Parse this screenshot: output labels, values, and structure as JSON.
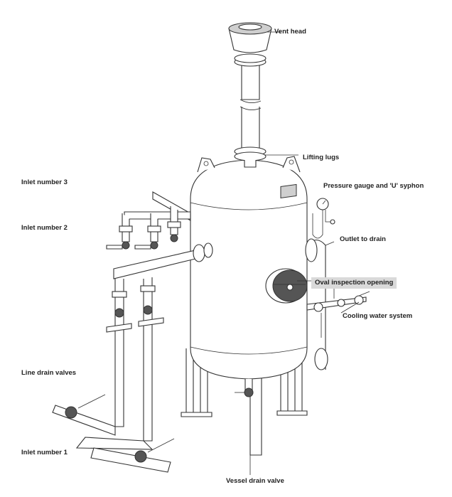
{
  "labels": {
    "vent_head": "Vent head",
    "lifting_lugs": "Lifting lugs",
    "pressure_gauge": "Pressure gauge and 'U' syphon",
    "outlet_to_drain": "Outlet to drain",
    "oval_inspection": "Oval inspection opening",
    "cooling_water": "Cooling water system",
    "inlet_3": "Inlet number 3",
    "inlet_2": "Inlet number 2",
    "line_drain_valves": "Line drain valves",
    "inlet_1": "Inlet number 1",
    "vessel_drain_valve": "Vessel drain valve"
  },
  "colors": {
    "line": "#333333",
    "highlight": "#d9d9d9",
    "text": "#222222"
  }
}
